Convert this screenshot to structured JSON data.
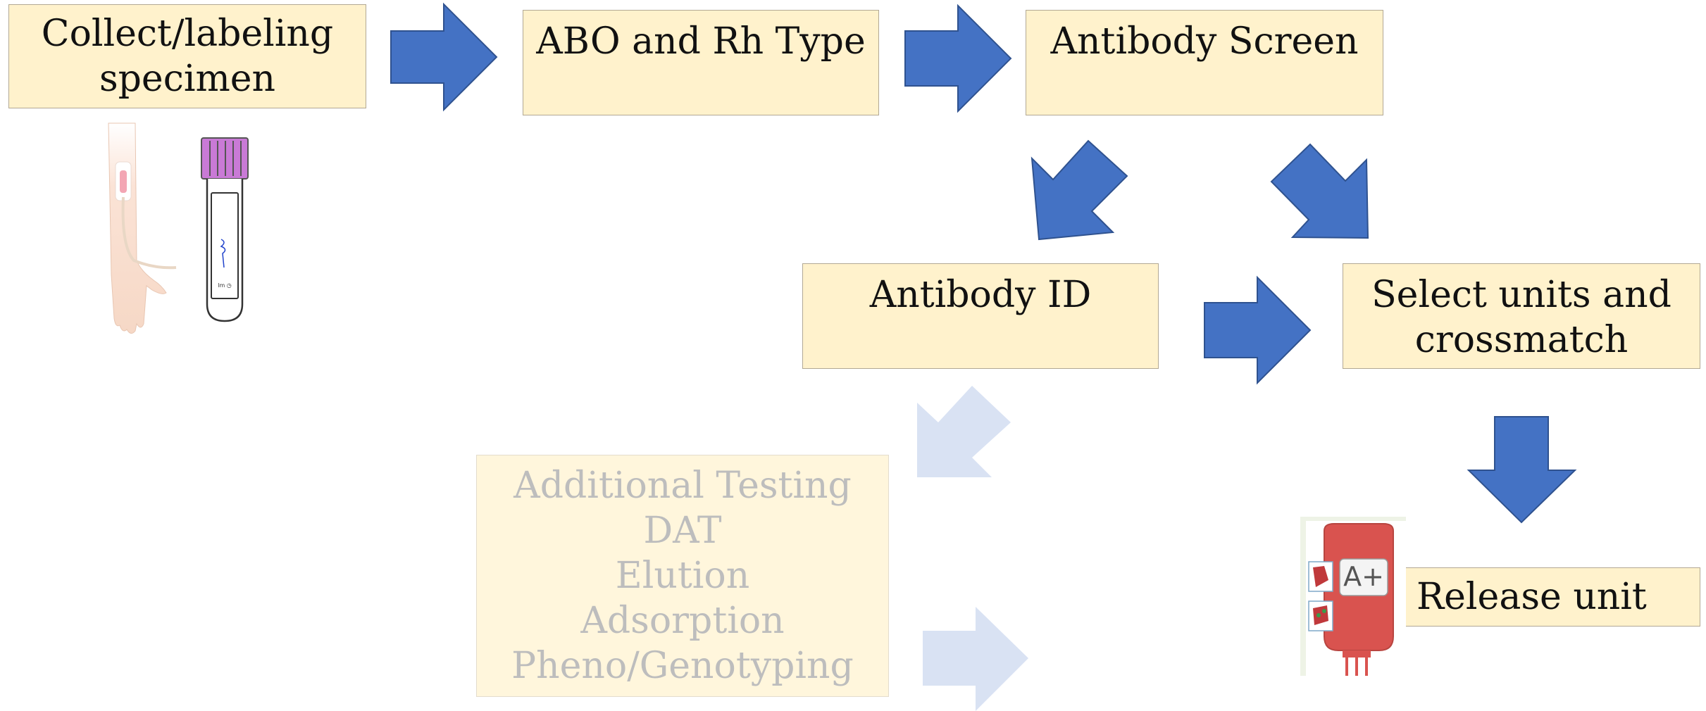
{
  "boxes": {
    "collect": {
      "line1": "Collect/labeling",
      "line2": "specimen"
    },
    "abo": {
      "label": "ABO and Rh Type"
    },
    "screen": {
      "label": "Antibody Screen"
    },
    "antibody_id": {
      "label": "Antibody ID"
    },
    "select": {
      "line1": "Select units and",
      "line2": "crossmatch"
    },
    "additional": {
      "lines": [
        "Additional Testing",
        "DAT",
        "Elution",
        "Adsorption",
        "Pheno/Genotyping"
      ]
    },
    "release": {
      "label": "Release unit"
    }
  },
  "blood_bag": {
    "blood_type": "A+"
  },
  "colors": {
    "box_fill": "#fff2cc",
    "arrow": "#4472c4",
    "arrow_faded": "#d9e2f3",
    "text_faded": "#bdbdbd",
    "tube_cap": "#c97ad6",
    "blood_bag": "#d9534f"
  },
  "icons": [
    "arm-iv-icon",
    "blood-tube-icon",
    "blood-bag-icon"
  ]
}
